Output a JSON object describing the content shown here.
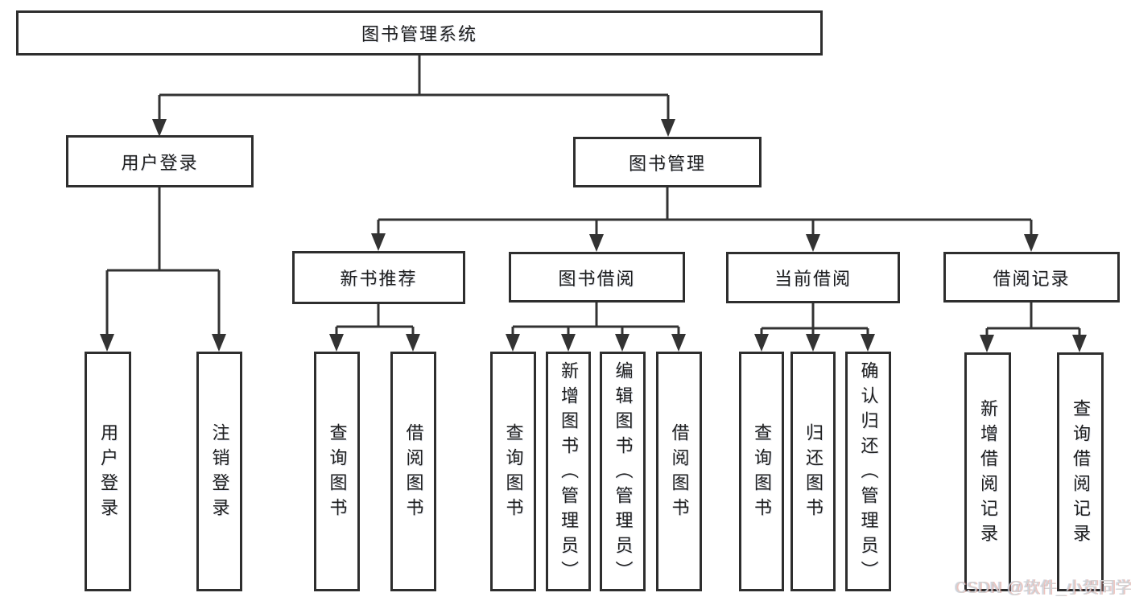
{
  "diagram": {
    "root": {
      "label": "图书管理系统"
    },
    "level2": {
      "user_login": {
        "label": "用户登录"
      },
      "book_management": {
        "label": "图书管理"
      }
    },
    "level3": {
      "new_books": {
        "label": "新书推荐"
      },
      "book_borrow": {
        "label": "图书借阅"
      },
      "current_borrow": {
        "label": "当前借阅"
      },
      "borrow_records": {
        "label": "借阅记录"
      }
    },
    "leaves": [
      {
        "label": "用户登录"
      },
      {
        "label": "注销登录"
      },
      {
        "label": "查询图书"
      },
      {
        "label": "借阅图书"
      },
      {
        "label": "查询图书"
      },
      {
        "label": "新增图书（管理员）"
      },
      {
        "label": "编辑图书（管理员）"
      },
      {
        "label": "借阅图书"
      },
      {
        "label": "查询图书"
      },
      {
        "label": "归还图书"
      },
      {
        "label": "确认归还（管理员）"
      },
      {
        "label": "新增借阅记录"
      },
      {
        "label": "查询借阅记录"
      }
    ],
    "colors": {
      "line": "#333333",
      "border": "#2e2e2e",
      "text": "#1e1e1e",
      "watermark": "#d2d2d2"
    }
  },
  "watermark": {
    "text": "CSDN @软件_小贺同学"
  }
}
